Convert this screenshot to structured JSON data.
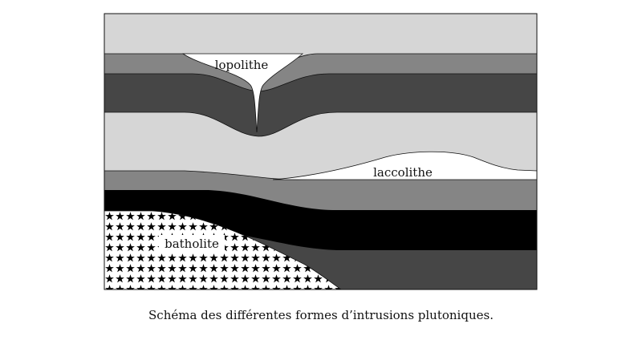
{
  "diagram": {
    "labels": {
      "lopolith": "lopolithe",
      "laccolith": "laccolithe",
      "batholith": "batholite"
    },
    "caption": "Schéma des différentes formes d’intrusions plutoniques."
  },
  "colors": {
    "light_gray": "#d6d6d6",
    "mid_gray": "#858585",
    "dark_gray": "#464646",
    "black": "#000000",
    "intrusion": "#ffffff",
    "outline": "#111111"
  }
}
